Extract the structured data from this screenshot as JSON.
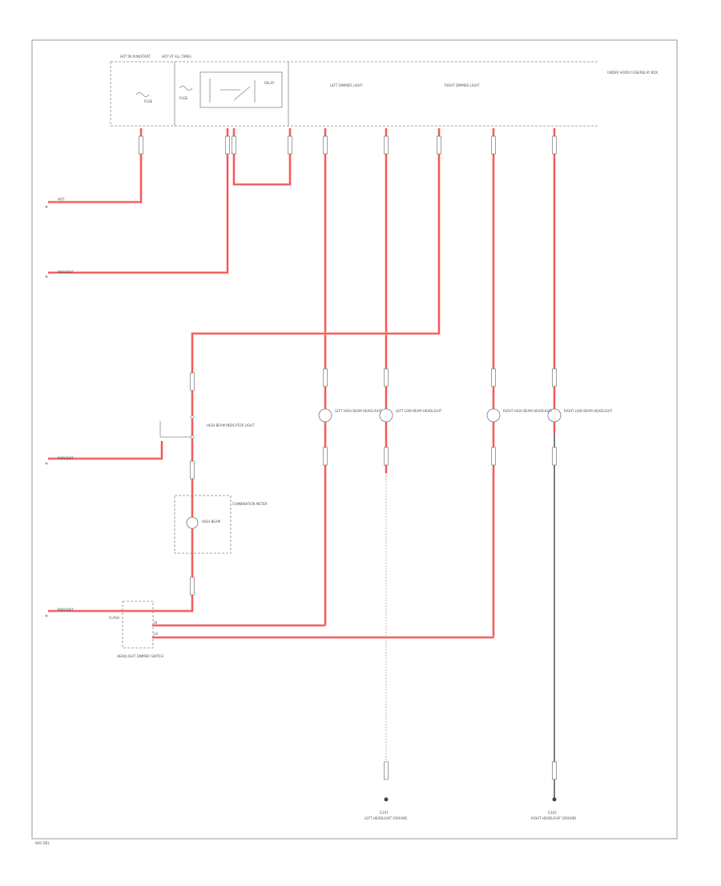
{
  "diagram": {
    "fuse_box": {
      "header_left": "HOT IN RUN/START",
      "header_right": "HOT AT ALL TIMES",
      "label": "UNDER HOOD FUSE/RELAY BOX",
      "fuse_a": "FUSE",
      "fuse_b": "FUSE",
      "relay": "RELAY",
      "circuit_a": "LEFT DIMMER LIGHT",
      "circuit_b": "RIGHT DIMMER LIGHT"
    },
    "left_refs": {
      "r1": "HOT",
      "r2": "PWR/DIST",
      "r3": "PWR/DIST",
      "r4": "PWR/DIST"
    },
    "components": {
      "high_beam_switch": "HIGH BEAM INDICATOR LIGHT",
      "combo_meter": "COMBINATION METER",
      "combo_inner": "HIGH BEAM",
      "dimmer_switch": "HEADLIGHT DIMMER SWITCH",
      "lamp1": "LEFT HIGH BEAM HEADLIGHT",
      "lamp2": "LEFT LOW BEAM HEADLIGHT",
      "lamp3": "RIGHT HIGH BEAM HEADLIGHT",
      "lamp4": "RIGHT LOW BEAM HEADLIGHT"
    },
    "wire_tags": {
      "hi": "HI",
      "lo": "LO",
      "flash": "FLASH"
    },
    "grounds": {
      "g1": "LEFT HEADLIGHT GROUND",
      "g2": "RIGHT HEADLIGHT GROUND",
      "g1_id": "G101",
      "g2_id": "G102"
    },
    "footer": "W/O DRL"
  }
}
